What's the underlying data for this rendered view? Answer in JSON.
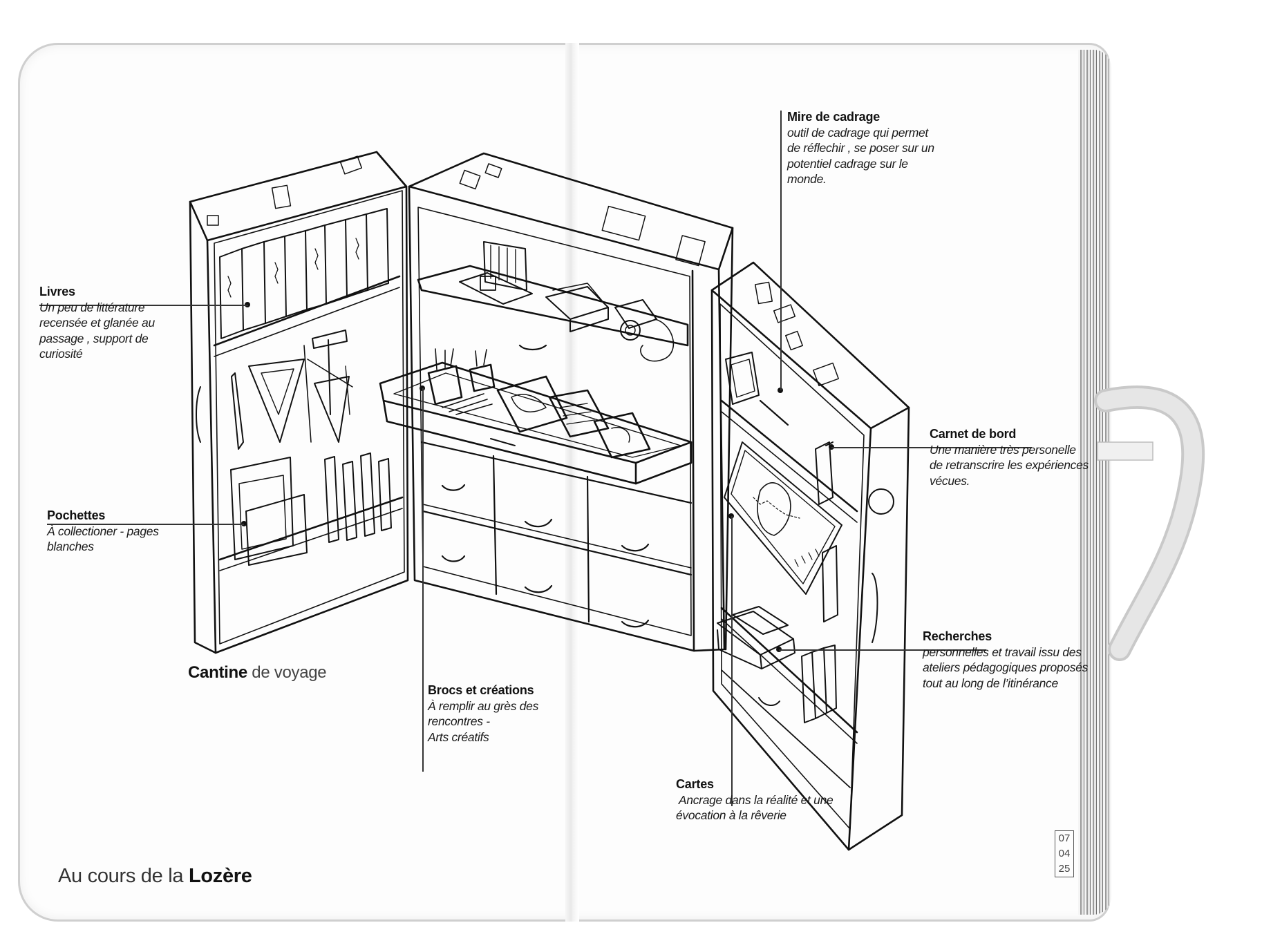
{
  "sketch": {
    "title_bold": "Cantine",
    "title_light": "de voyage"
  },
  "footer": {
    "prefix": "Au cours de la",
    "place": "Lozère"
  },
  "date": {
    "day": "07",
    "month": "04",
    "year": "25"
  },
  "annotations": {
    "livres": {
      "title": "Livres",
      "lines": [
        "Un peu de littérature",
        "recensée et glanée au",
        "passage , support de",
        "curiosité"
      ]
    },
    "pochettes": {
      "title": "Pochettes",
      "lines": [
        "À collectioner - pages",
        "blanches"
      ]
    },
    "brocs": {
      "title": "Brocs et créations",
      "lines": [
        "À remplir au grès des",
        "rencontres -",
        "Arts créatifs"
      ]
    },
    "mire": {
      "title": "Mire de cadrage",
      "lines": [
        "outil de cadrage qui permet",
        "de réflechir , se poser sur un",
        "potentiel cadrage sur le",
        "monde."
      ]
    },
    "carnet": {
      "title": "Carnet de bord",
      "lines": [
        "Une manière très personelle",
        "de retranscrire les expériences",
        "vécues."
      ]
    },
    "recherches": {
      "title": "Recherches",
      "lines": [
        "personnelles et travail issu des",
        "ateliers pédagogiques proposés",
        "tout au long de l’itinérance"
      ]
    },
    "cartes": {
      "title": "Cartes",
      "lines": [
        " Ancrage dans la réalité et une",
        "évocation à la rêverie"
      ]
    }
  },
  "colors": {
    "ink": "#111111",
    "paper": "#fdfdfd",
    "elastic": "#dcdcdc"
  }
}
